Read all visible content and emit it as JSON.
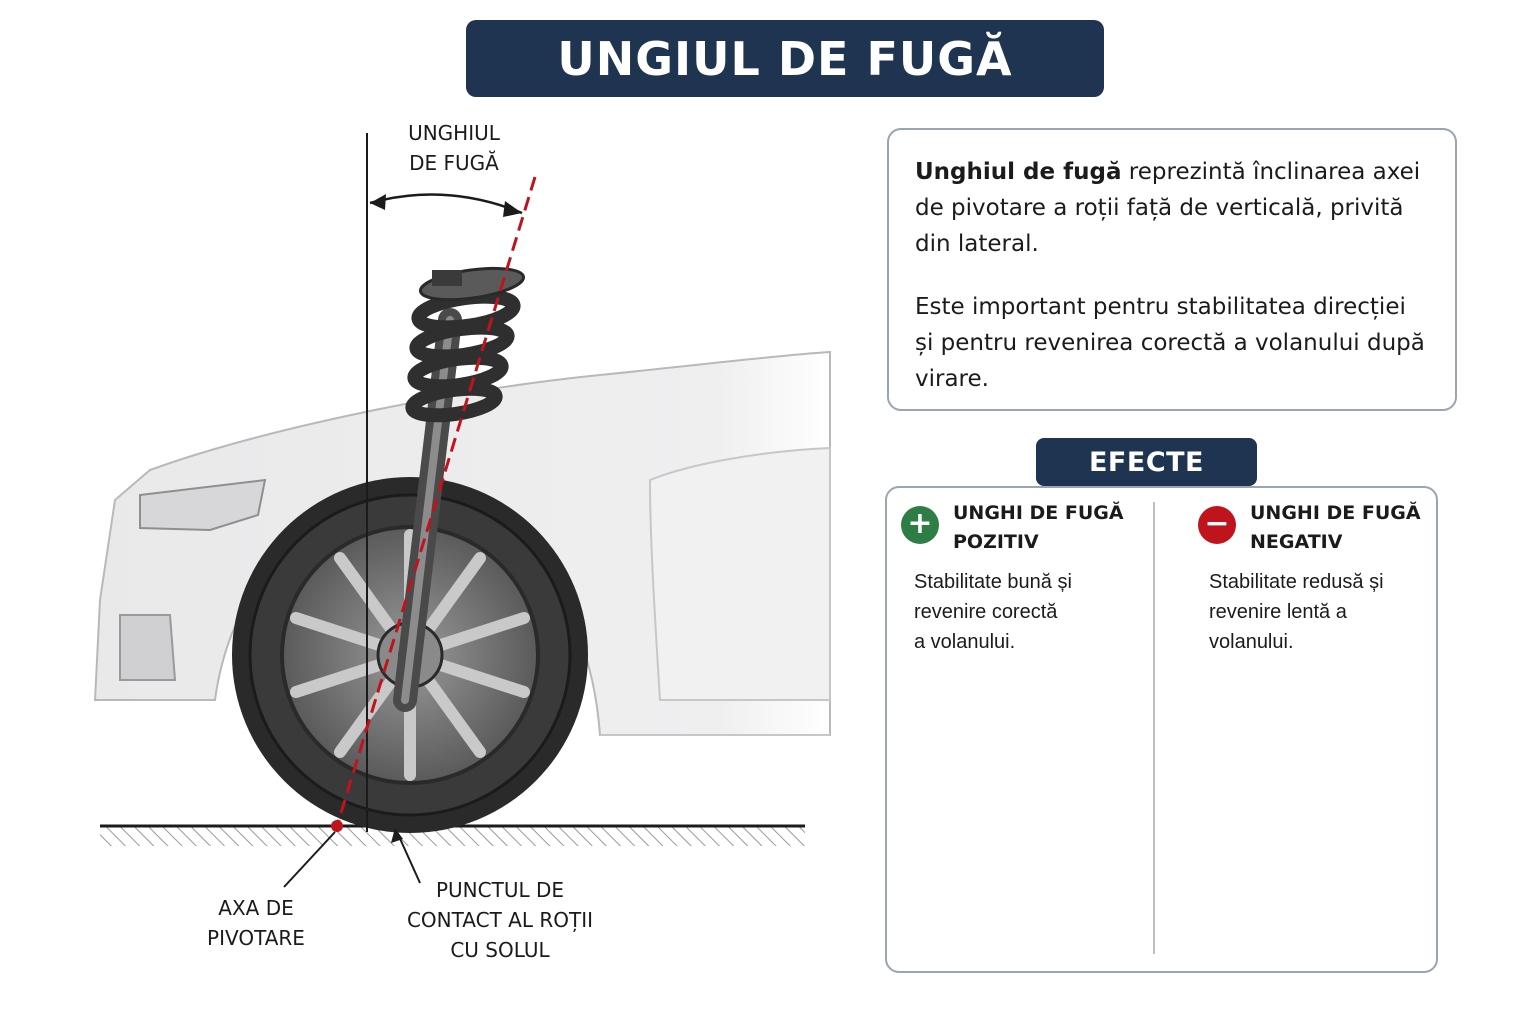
{
  "title": "UNGIUL DE FUGĂ",
  "diagram": {
    "angle_label": "UNGHIUL\nDE FUGĂ",
    "axis_label": "AXA DE\nPIVOTARE",
    "contact_label": "PUNCTUL DE\nCONTACT AL ROȚII\nCU SOLUL"
  },
  "info": {
    "p1_bold": "Unghiul de fugă",
    "p1_rest": " reprezintă înclinarea axei de pivotare a roții față de verticală, privită din lateral.",
    "p2": "Este important pentru stabilitatea direcției și pentru revenirea corectă a volanului după virare."
  },
  "effects": {
    "heading": "EFECTE",
    "positive": {
      "sign": "+",
      "title": "UNGHI DE FUGĂ\nPOZITIV",
      "desc": "Stabilitate bună și\nrevenire corectă\na volanului."
    },
    "negative": {
      "sign": "−",
      "title": "UNGHI DE FUGĂ\nNEGATIV",
      "desc": "Stabilitate redusă și\nrevenire lentă a\nvolanului."
    }
  },
  "colors": {
    "banner": "#1f3450",
    "axis_line": "#c0141c",
    "positive": "#2e7d46",
    "negative": "#c0141c"
  }
}
